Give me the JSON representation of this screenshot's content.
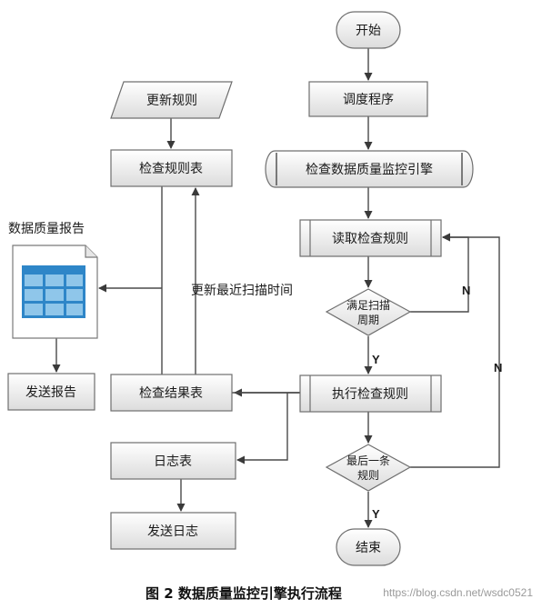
{
  "nodes": {
    "start": "开始",
    "scheduler": "调度程序",
    "engine": "检查数据质量监控引擎",
    "read_rules": "读取检查规则",
    "cond_period_line1": "满足扫描",
    "cond_period_line2": "周期",
    "exec_rules": "执行检查规则",
    "cond_last_line1": "最后一条",
    "cond_last_line2": "规则",
    "end": "结束",
    "update_rules": "更新规则",
    "rule_table": "检查规则表",
    "result_table": "检查结果表",
    "log_table": "日志表",
    "send_log": "发送日志",
    "report_title": "数据质量报告",
    "send_report": "发送报告"
  },
  "edge_labels": {
    "update_scan_time": "更新最近扫描时间",
    "no_1": "N",
    "yes_1": "Y",
    "no_2": "N",
    "yes_2": "Y"
  },
  "caption": "图 2  数据质量监控引擎执行流程",
  "watermark": "https://blog.csdn.net/wsdc0521",
  "colors": {
    "node_top": "#ffffff",
    "node_bottom": "#dcdcdc",
    "stroke": "#6f6f6f",
    "table_blue": "#2e86c8",
    "table_cell": "#8fc6ea"
  }
}
